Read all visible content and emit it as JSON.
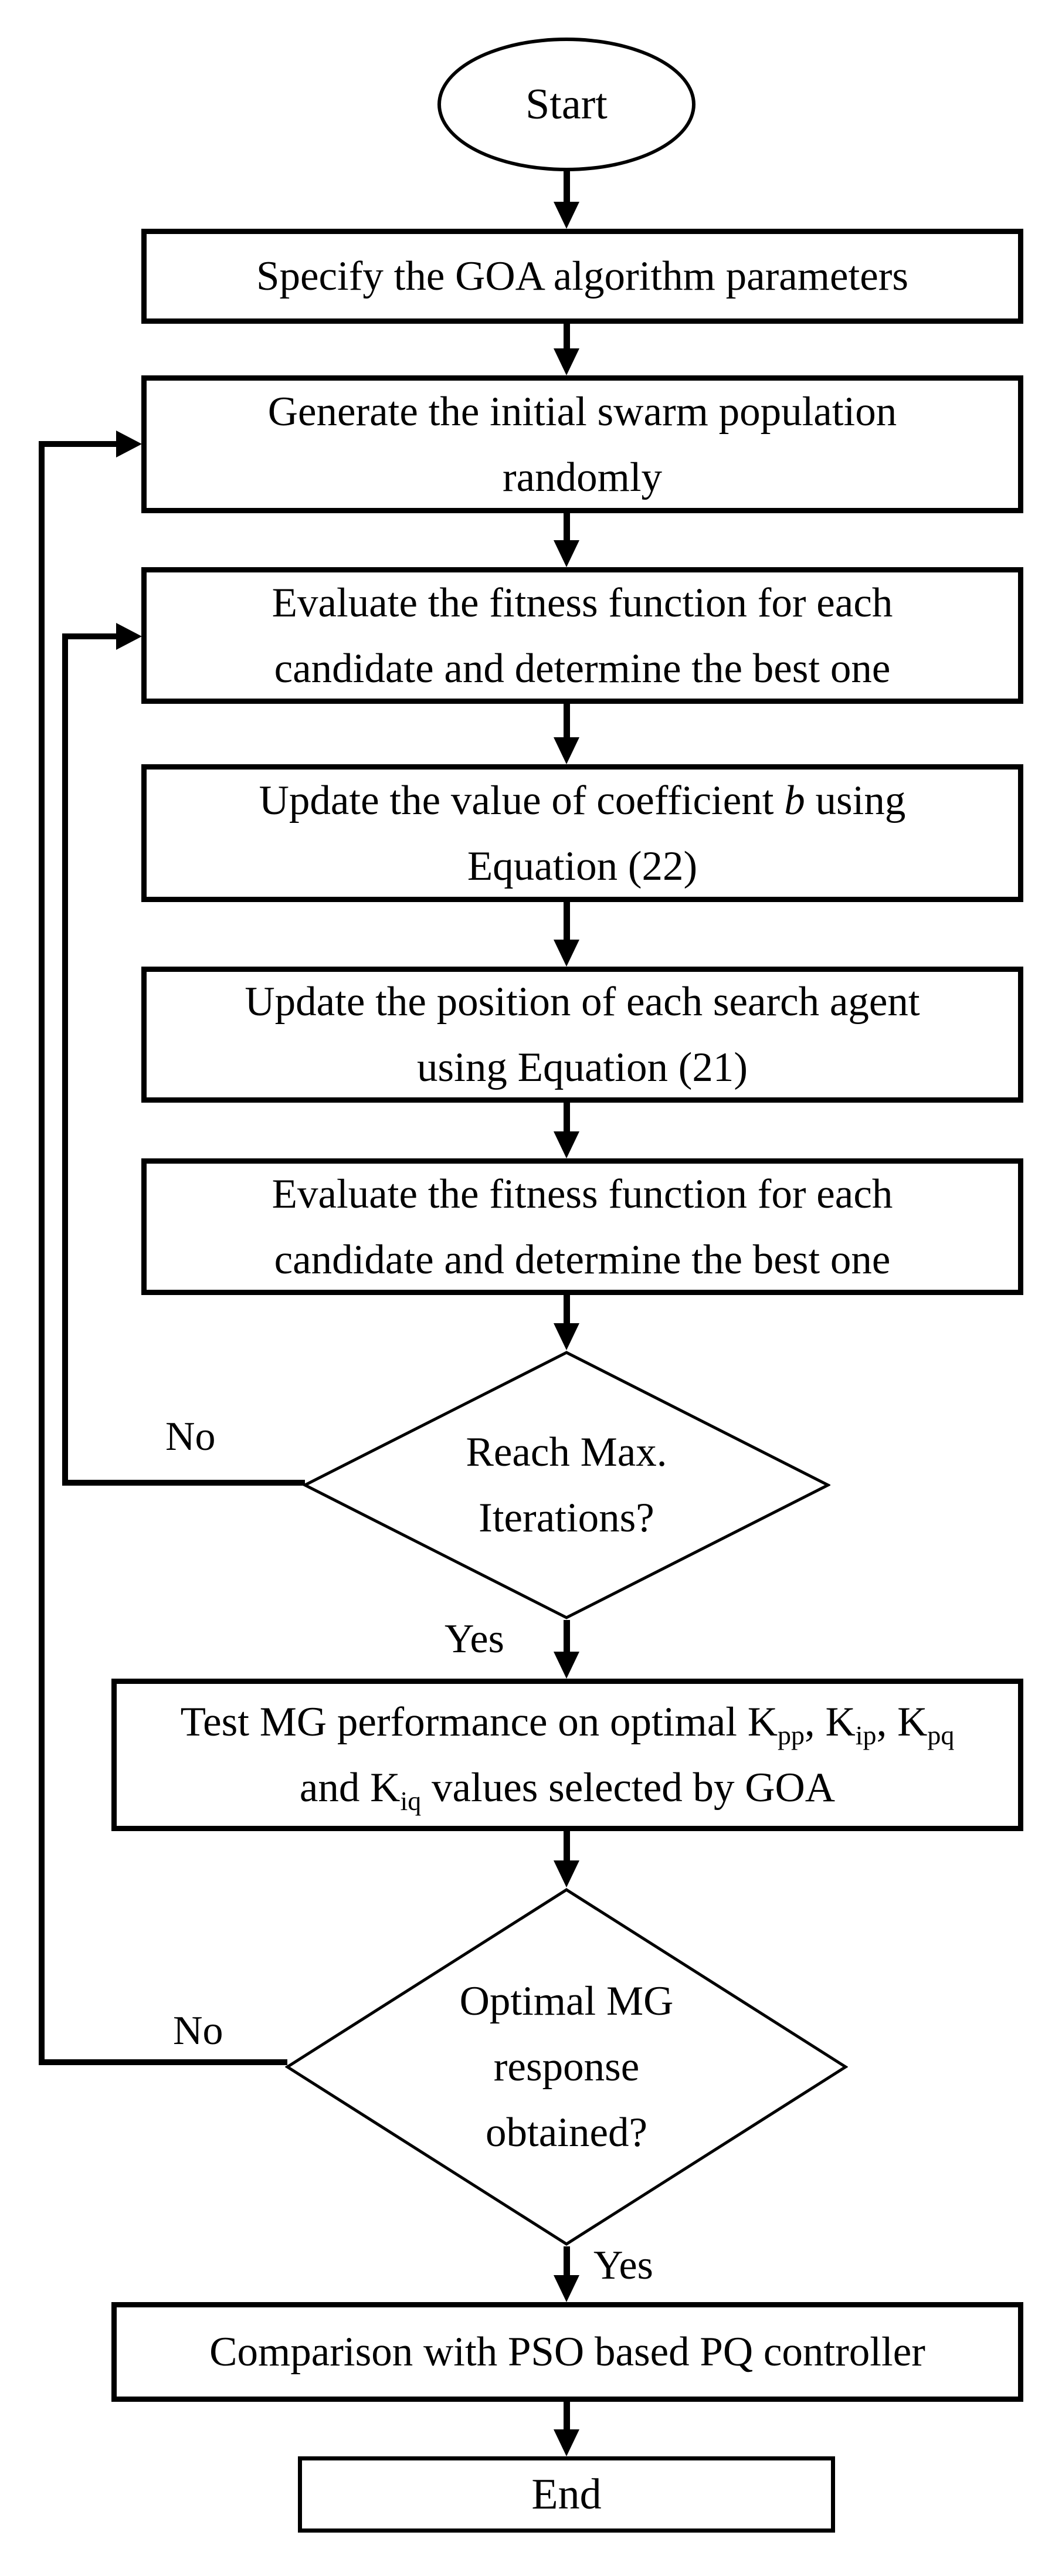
{
  "nodes": {
    "start": {
      "label": "Start"
    },
    "specify_params": {
      "line1": "Specify the GOA algorithm parameters"
    },
    "generate_population": {
      "line1": "Generate the initial swarm population",
      "line2": "randomly"
    },
    "evaluate_fitness_1": {
      "line1": "Evaluate the fitness function for each",
      "line2": "candidate and determine the best one"
    },
    "update_coefficient": {
      "line1_pre": "Update the value of coefficient ",
      "line1_var": "b",
      "line1_post": " using",
      "line2": "Equation (22)"
    },
    "update_position": {
      "line1": "Update the position of each search agent",
      "line2": "using Equation (21)"
    },
    "evaluate_fitness_2": {
      "line1": "Evaluate the fitness function for each",
      "line2": "candidate and determine the best one"
    },
    "reach_max_iterations": {
      "line1": "Reach Max.",
      "line2": "Iterations?"
    },
    "test_mg_performance": {
      "line1_t1": "Test MG performance on optimal K",
      "line1_s1": "pp",
      "line1_t2": ", K",
      "line1_s2": "ip",
      "line1_t3": ", K",
      "line1_s3": "pq",
      "line2_t1": "and K",
      "line2_s1": "iq",
      "line2_t2": " values selected by GOA"
    },
    "optimal_mg_response": {
      "line1": "Optimal MG",
      "line2": "response",
      "line3": "obtained?"
    },
    "comparison": {
      "line1": "Comparison with PSO based PQ controller"
    },
    "end": {
      "label": "End"
    }
  },
  "edge_labels": {
    "iterations_no": "No",
    "iterations_yes": "Yes",
    "response_no": "No",
    "response_yes": "Yes"
  },
  "colors": {
    "ink": "#000000",
    "background": "#ffffff"
  }
}
